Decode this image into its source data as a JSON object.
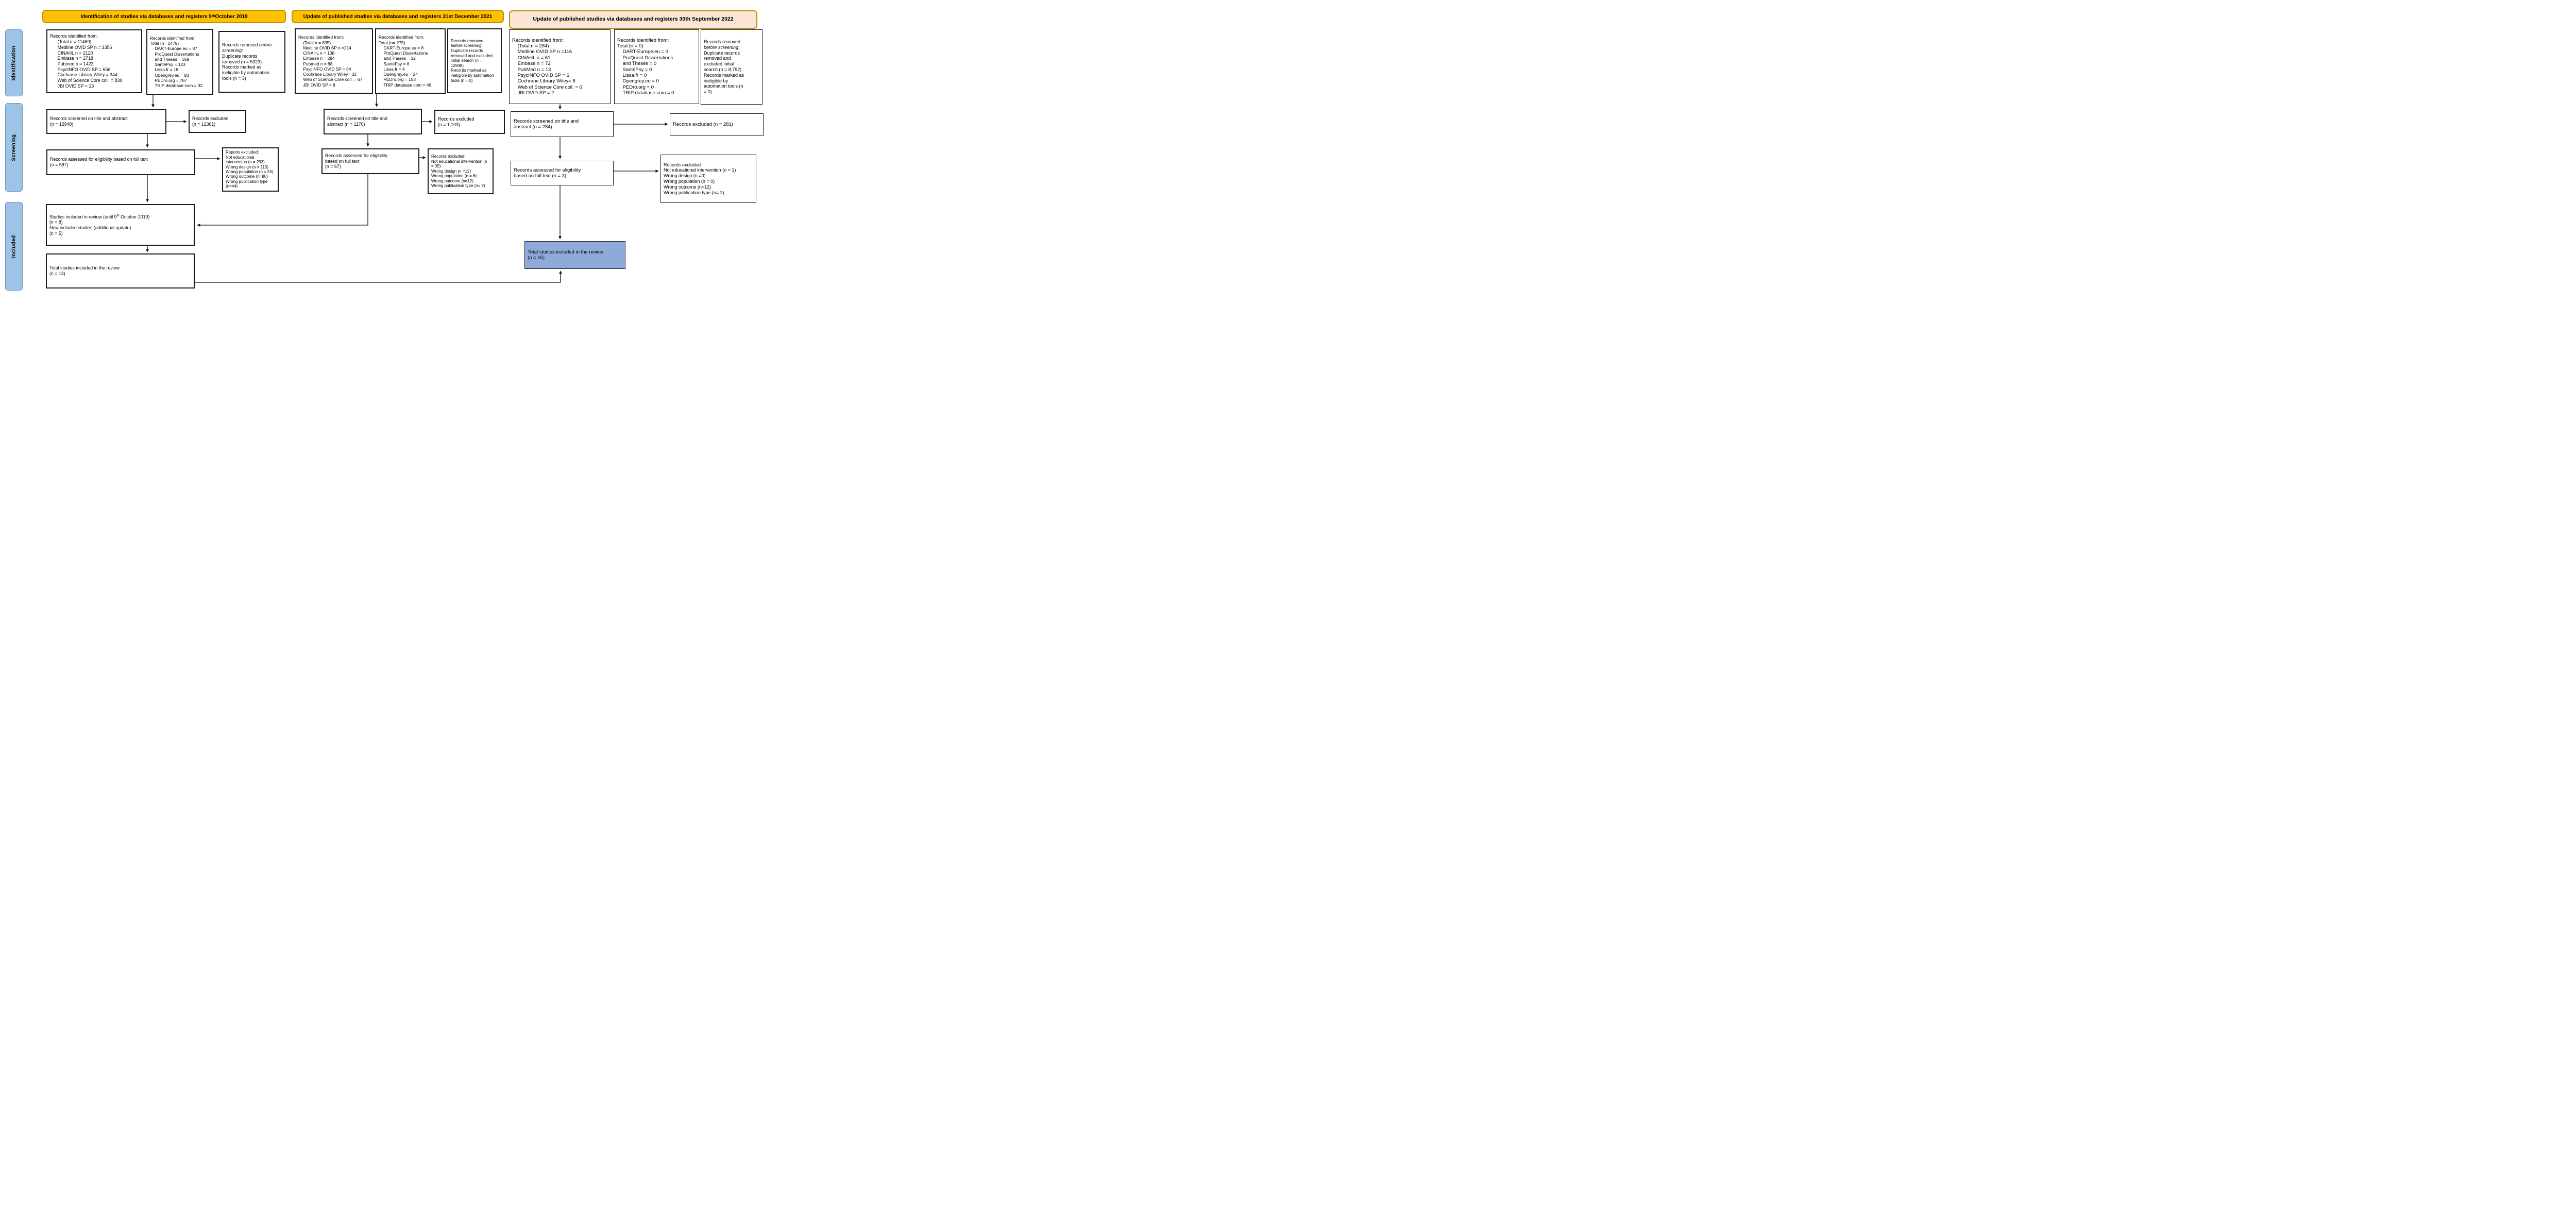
{
  "title": "PRISMA flow diagram of study identification, screening and inclusion across three search waves",
  "colors": {
    "header-gold": "#FFC000",
    "header-border": "#BF9000",
    "header-peach": "#FBE5D6",
    "sidebar-blue": "#9DC3E6",
    "included-blue": "#8EAADB"
  },
  "sidebar": {
    "items": [
      "Identification",
      "Screening",
      "Included"
    ]
  },
  "sections": [
    {
      "id": "october-2019",
      "header": "Identification of studies via databases and registers 9^th^ October 2019",
      "boxes": {
        "identified_databases": "Records identified from:\n      (Total n = 11469)\n      Medline OVID SP n = 3356\n      CINAHL n = 2120\n      Embase n = 2718\n      Pubmed n = 1423\n      PsycINFO OVID SP = 656\n      Cochrane Library Wiley = 344\n      Web of Science Core coll. = 839\n      JBI OVID SP = 13",
        "identified_registers": "Records identified from:\nTotal (n= 1479)\n    DART-Europe.eu = 87\n    ProQuest Dissertations\n    and Theses = 359\n    SantéPsy = 123\n    Lissa.fr = 18\n    Opengrey.eu = 93\n    PEDro.org = 767\n    TRIP database.com = 32",
        "removed_before_screening": "Records removed *before\nscreening*:\nDuplicate records\nremoved (n = 5323)\nRecords marked as\nineligible by automation\ntools (n = 3)",
        "records_screened": "Records screened on title and abstract\n(n = 12948)",
        "records_excluded": "Records excluded\n(n = 12361)",
        "records_assessed": "Records assessed for eligibility based on full text\n(n = 587)",
        "reports_excluded": "Reports excluded:\nNot educational intervention (n = 293)\nWrong design (n = 115)\nWrong population (n = 55)\nWrong outcome (n=80)\nWrong publication type (n=44)",
        "studies_included": "Studies included in review (until 9^th^ October 2019)\n(n = 8)\nNew included studies (additional update)\n(n = 5)",
        "total_included": "Total studies included in the review\n(n = 13)"
      }
    },
    {
      "id": "december-2021",
      "header": "Update of published studies via databases and registers 31st December 2021",
      "boxes": {
        "identified_databases": "Records identified from:\n    (Total n = 895)\n    Medline OVID SP n =214\n    CINAHL n = 138\n    Embase n = 284\n    Pubmed n = 88\n    PsycINFO OVID SP = 64\n    Cochrane Library Wiley= 32\n    Web of Science Core coll. = 67\n    JBI OVID SP = 8",
        "identified_registers": "Records identified from:\nTotal (n= 275)\n    DART-Europe.eu = 8\n    ProQuest Dissertations\n    and Theses = 32\n    SantéPsy = 8\n    Lissa.fr = 4\n    Opengrey.eu = 24\n    PEDro.org = 153\n    TRIP database.com = 46",
        "removed_before_screening": "Records removed\n*before screening*:\nDuplicate records\nremoved and excluded\ninitial search (n =\n12948)\nRecords marked as\nineligible by automation\ntools (n = 0)",
        "records_screened": "Records screened on title and\nabstract (n = 1170)",
        "records_excluded": "Records excluded\n(n = 1,103)",
        "records_assessed": "Records assessed for eligibility\nbased on full text\n(n = 67)",
        "reports_excluded": "Records excluded:\nNot educational intervention (n = 35)\nWrong design (n =12)\nWrong population (n = 6)\nWrong outcome (n=12)\nWrong publication type (n= 2)"
      }
    },
    {
      "id": "september-2022",
      "header": "Update of published studies via databases and registers 30th September 2022",
      "boxes": {
        "identified_databases": "Records identified from:\n    (Total n = 284)\n    Medline OVID SP n =116\n    CINAHL n = 61\n    Embase n = 72\n    PubMed n = 13\n    PsycINFO OVID SP = 6\n    Cochrane Library Wiley= 8\n    Web of Science Core coll. = 6\n    JBI OVID SP = 2",
        "identified_registers": "Records identified from:\nTotal (n = 0)\n    DART-Europe.eu = 0\n    ProQuest Dissertations\n    and Theses = 0\n    SantéPsy = 0\n    Lissa.fr = 0\n    Opengrey.eu = 0\n    PEDro.org = 0\n    TRIP database.com = 0",
        "removed_before_screening": "Records removed\n*before screening*:\nDuplicate records\nremoved and\nexcluded initial\nsearch (n = 8,792)\nRecords marked as\nineligible by\nautomation tools (n\n= 0)",
        "records_screened": "Records screened on title and\nabstract (n = 284)",
        "records_excluded": "Records excluded (n = 281)",
        "records_assessed": "Records assessed for eligibility\nbased on full text (n = 3)",
        "reports_excluded": "Records excluded:\nNot educational intervention (n = 1)\nWrong design (n =0)\nWrong population (n = 0)\nWrong outcome (n=12)\nWrong publication type (n= 2)",
        "total_included": "Total studies included in the review\n(n = 15)"
      }
    }
  ]
}
